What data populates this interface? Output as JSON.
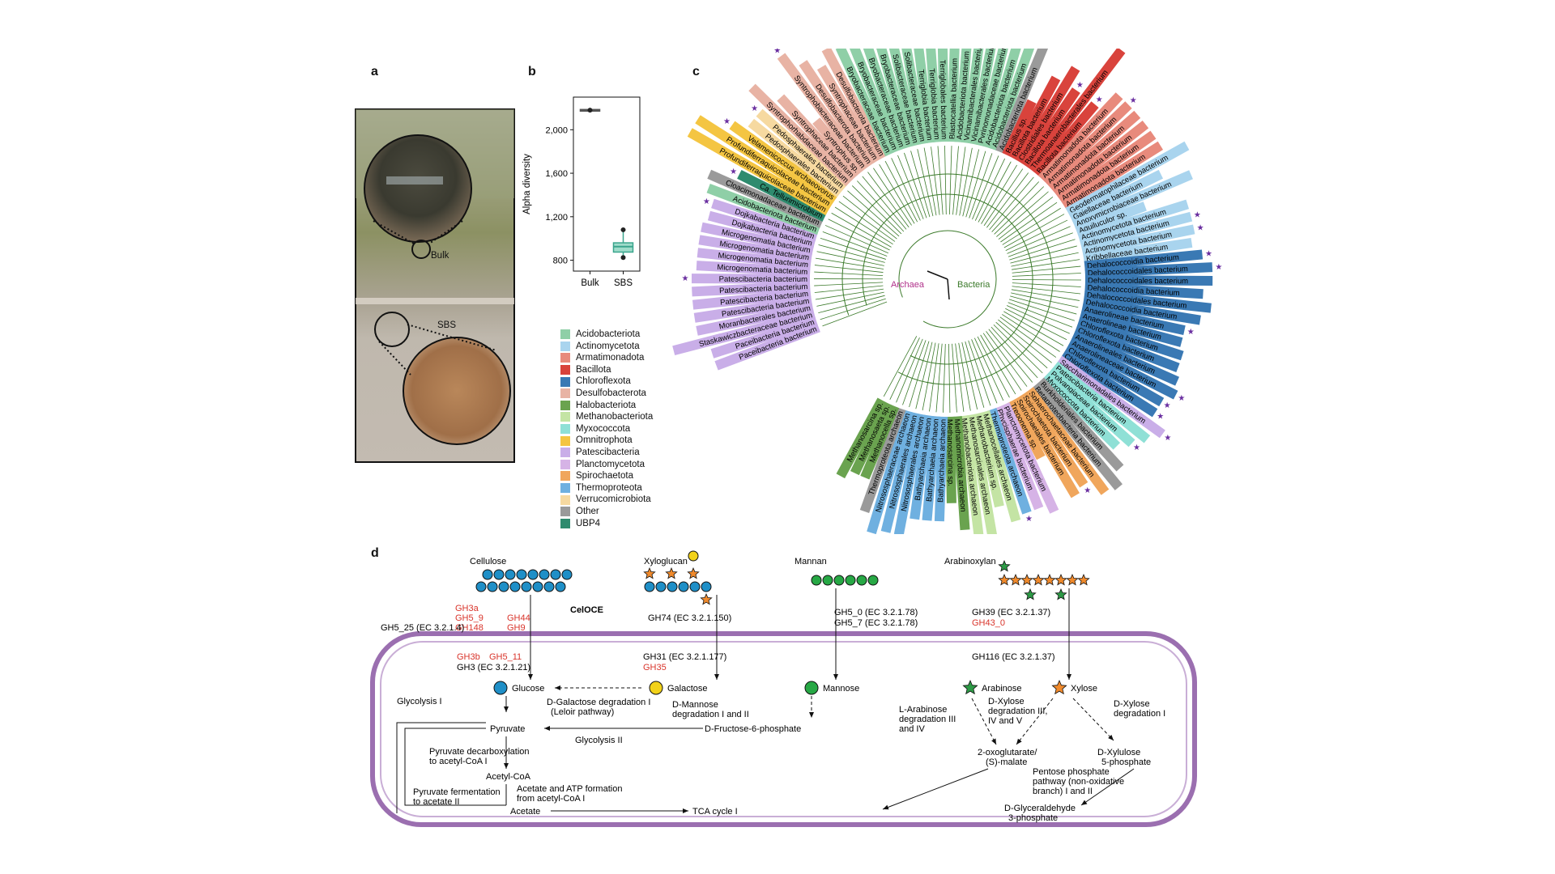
{
  "panels": {
    "a": "a",
    "b": "b",
    "c": "c",
    "d": "d"
  },
  "panel_a": {
    "bulk_label": "Bulk",
    "sbs_label": "SBS"
  },
  "chart_data": {
    "type": "box",
    "ylabel": "Alpha diversity",
    "categories": [
      "Bulk",
      "SBS"
    ],
    "yticks": [
      800,
      1200,
      1600,
      2000
    ],
    "ylim": [
      700,
      2300
    ],
    "series": [
      {
        "name": "Bulk",
        "min": 2185,
        "q1": 2175,
        "median": 2180,
        "q3": 2186,
        "max": 2190
      },
      {
        "name": "SBS",
        "min": 825,
        "q1": 875,
        "median": 925,
        "q3": 960,
        "max": 1080
      }
    ],
    "outliers": [
      {
        "category": "Bulk",
        "value": 2180
      },
      {
        "category": "SBS",
        "value": 1080
      },
      {
        "category": "SBS",
        "value": 825
      }
    ]
  },
  "legend": [
    {
      "label": "Acidobacteriota",
      "color": "#8fcfa7"
    },
    {
      "label": "Actinomycetota",
      "color": "#a9d4ee"
    },
    {
      "label": "Armatimonadota",
      "color": "#e88a7c"
    },
    {
      "label": "Bacillota",
      "color": "#d9433c"
    },
    {
      "label": "Chloroflexota",
      "color": "#3a79b4"
    },
    {
      "label": "Desulfobacterota",
      "color": "#e8b3a4"
    },
    {
      "label": "Halobacteriota",
      "color": "#6aa34f"
    },
    {
      "label": "Methanobacteriota",
      "color": "#c4e4a4"
    },
    {
      "label": "Myxococcota",
      "color": "#8fe0d6"
    },
    {
      "label": "Omnitrophota",
      "color": "#f4c542"
    },
    {
      "label": "Patescibacteria",
      "color": "#c9aee8"
    },
    {
      "label": "Planctomycetota",
      "color": "#d6b3e6"
    },
    {
      "label": "Spirochaetota",
      "color": "#f0a65c"
    },
    {
      "label": "Thermoproteota",
      "color": "#6fb0e0"
    },
    {
      "label": "Verrucomicrobiota",
      "color": "#f6d9a0"
    },
    {
      "label": "Other",
      "color": "#9a9a9a"
    },
    {
      "label": "UBP4",
      "color": "#2e8b6e"
    }
  ],
  "tree": {
    "archaea_label": "Archaea",
    "bacteria_label": "Bacteria",
    "leaves": [
      {
        "label": "Paceibacteria bacterium",
        "group": "Patescibacteria"
      },
      {
        "label": "Paceibacteria bacterium",
        "group": "Patescibacteria"
      },
      {
        "label": "Staskawiczbacteraceae bacterium",
        "group": "Patescibacteria"
      },
      {
        "label": "Moranbacterales bacterium",
        "group": "Patescibacteria"
      },
      {
        "label": "Patescibacteria bacterium",
        "group": "Patescibacteria"
      },
      {
        "label": "Patescibacteria bacterium",
        "group": "Patescibacteria"
      },
      {
        "label": "Patescibacteria bacterium",
        "group": "Patescibacteria"
      },
      {
        "label": "Patescibacteria bacterium",
        "group": "Patescibacteria",
        "star": true
      },
      {
        "label": "Microgenomatia bacterium",
        "group": "Patescibacteria"
      },
      {
        "label": "Microgenomatia bacterium",
        "group": "Patescibacteria"
      },
      {
        "label": "Microgenomatia bacterium",
        "group": "Patescibacteria"
      },
      {
        "label": "Microgenomatia bacterium",
        "group": "Patescibacteria"
      },
      {
        "label": "Dojkabacteria bacterium",
        "group": "Patescibacteria"
      },
      {
        "label": "Dojkabacteria bacterium",
        "group": "Patescibacteria",
        "star": true
      },
      {
        "label": "Acidobacteriota bacterium",
        "group": "Acidobacteriota"
      },
      {
        "label": "Cloacimonadaceae bacterium",
        "group": "Other"
      },
      {
        "label": "Ca. Tellurimicrobium",
        "group": "UBP4",
        "star": true
      },
      {
        "label": "Profundiferraquicolaceae bacterium",
        "group": "Omnitrophota"
      },
      {
        "label": "Profundiferraquicolaceae bacterium",
        "group": "Omnitrophota"
      },
      {
        "label": "Velamenicoccus archaeovorus",
        "group": "Omnitrophota",
        "star": true
      },
      {
        "label": "Pedosphaerales bacterium",
        "group": "Verrucomicrobiota"
      },
      {
        "label": "Pedosphaerales bacterium",
        "group": "Verrucomicrobiota",
        "star": true
      },
      {
        "label": "Syntrophorhabdaceae bacterium",
        "group": "Desulfobacterota"
      },
      {
        "label": "Syntrophaceae bacterium",
        "group": "Desulfobacterota"
      },
      {
        "label": "Syntrophus sp.",
        "group": "Desulfobacterota"
      },
      {
        "label": "Syntrophobacteraceae bacterium",
        "group": "Desulfobacterota",
        "star": true
      },
      {
        "label": "Desulfobacterota bacterium",
        "group": "Desulfobacterota"
      },
      {
        "label": "Syntrophaceae bacterium",
        "group": "Desulfobacterota"
      },
      {
        "label": "Desulfobacterota bacterium",
        "group": "Desulfobacterota"
      },
      {
        "label": "Bryobacteraceae bacterium",
        "group": "Acidobacteriota"
      },
      {
        "label": "Bryobacteraceae bacterium",
        "group": "Acidobacteriota"
      },
      {
        "label": "Bryobacteraceae bacterium",
        "group": "Acidobacteriota"
      },
      {
        "label": "Bryobacteraceae bacterium",
        "group": "Acidobacteriota"
      },
      {
        "label": "Solibacteraceae bacterium",
        "group": "Acidobacteriota"
      },
      {
        "label": "Solibacteraceae bacterium",
        "group": "Acidobacteriota"
      },
      {
        "label": "Terriglobia bacterium",
        "group": "Acidobacteriota"
      },
      {
        "label": "Terriglobia bacterium",
        "group": "Acidobacteriota"
      },
      {
        "label": "Terriglobales bacterium",
        "group": "Acidobacteriota"
      },
      {
        "label": "Blastocatellia bacterium",
        "group": "Acidobacteriota"
      },
      {
        "label": "Acidobacteriota bacterium",
        "group": "Acidobacteriota"
      },
      {
        "label": "Vicinamibacterales bacterium",
        "group": "Acidobacteriota"
      },
      {
        "label": "Vicinamibacterales bacterium",
        "group": "Acidobacteriota"
      },
      {
        "label": "Pyrinomonadaceae bacterium",
        "group": "Acidobacteriota"
      },
      {
        "label": "Acidobacteriota bacterium",
        "group": "Acidobacteriota"
      },
      {
        "label": "Acidobacteriota bacterium",
        "group": "Acidobacteriota"
      },
      {
        "label": "Acidobacteriota bacterium",
        "group": "Other",
        "star": true
      },
      {
        "label": "Bacillus sp.",
        "group": "Bacillota"
      },
      {
        "label": "Bacillota bacterium",
        "group": "Bacillota"
      },
      {
        "label": "Clostridiales bacterium",
        "group": "Bacillota"
      },
      {
        "label": "Bacillota bacterium",
        "group": "Bacillota",
        "star": true
      },
      {
        "label": "Thermoanaerobacterales bacterium",
        "group": "Bacillota"
      },
      {
        "label": "Bacillota bacterium",
        "group": "Bacillota",
        "star": true
      },
      {
        "label": "Armatimonadota bacterium",
        "group": "Armatimonadota"
      },
      {
        "label": "Armatimonadota bacterium",
        "group": "Armatimonadota",
        "star": true
      },
      {
        "label": "Armatimonadota bacterium",
        "group": "Armatimonadota"
      },
      {
        "label": "Armatimonadota bacterium",
        "group": "Armatimonadota"
      },
      {
        "label": "Armatimonadota bacterium",
        "group": "Armatimonadota"
      },
      {
        "label": "Armatimonadota bacterium",
        "group": "Armatimonadota"
      },
      {
        "label": "Geodermatophilaceae bacterium",
        "group": "Actinomycetota"
      },
      {
        "label": "Gaiellaceae bacterium",
        "group": "Actinomycetota"
      },
      {
        "label": "Anoxymicrobiaceae bacterium",
        "group": "Actinomycetota"
      },
      {
        "label": "Aquiluculor sp.",
        "group": "Actinomycetota"
      },
      {
        "label": "Actinomycetota bacterium",
        "group": "Actinomycetota"
      },
      {
        "label": "Actinomycetota bacterium",
        "group": "Actinomycetota",
        "star": true
      },
      {
        "label": "Actinomycetota bacterium",
        "group": "Actinomycetota",
        "star": true
      },
      {
        "label": "Kribbellaceae bacterium",
        "group": "Actinomycetota"
      },
      {
        "label": "Dehalococcoidia bacterium",
        "group": "Chloroflexota",
        "star": true
      },
      {
        "label": "Dehalococcoidales bacterium",
        "group": "Chloroflexota",
        "star": true
      },
      {
        "label": "Dehalococcoidales bacterium",
        "group": "Chloroflexota"
      },
      {
        "label": "Dehalococcoidia bacterium",
        "group": "Chloroflexota"
      },
      {
        "label": "Dehalococcoidales bacterium",
        "group": "Chloroflexota"
      },
      {
        "label": "Dehalococcoidia bacterium",
        "group": "Chloroflexota"
      },
      {
        "label": "Anaerolineae bacterium",
        "group": "Chloroflexota",
        "star": true
      },
      {
        "label": "Anaerolineae bacterium",
        "group": "Chloroflexota"
      },
      {
        "label": "Chloroflexota bacterium",
        "group": "Chloroflexota"
      },
      {
        "label": "Chloroflexota bacterium",
        "group": "Chloroflexota"
      },
      {
        "label": "Anaerolineales bacterium",
        "group": "Chloroflexota"
      },
      {
        "label": "Anaerolineaceae bacterium",
        "group": "Chloroflexota",
        "star": true
      },
      {
        "label": "Chloroflexota bacterium",
        "group": "Chloroflexota",
        "star": true
      },
      {
        "label": "Chloroflexota bacterium",
        "group": "Chloroflexota",
        "star": true
      },
      {
        "label": "Saccharimonadales bacterium",
        "group": "Patescibacteria",
        "star": true
      },
      {
        "label": "Patescibacteria bacterium",
        "group": "Myxococcota"
      },
      {
        "label": "Polyangiaceae bacterium",
        "group": "Myxococcota",
        "star": true
      },
      {
        "label": "Myxococcota bacterium",
        "group": "Myxococcota"
      },
      {
        "label": "Burkholderiales bacterium",
        "group": "Other"
      },
      {
        "label": "Betaproteobacteria bacterium",
        "group": "Other"
      },
      {
        "label": "Sphaerochaetaceae bacterium",
        "group": "Spirochaetota"
      },
      {
        "label": "Spirochaetota bacterium",
        "group": "Spirochaetota",
        "star": true
      },
      {
        "label": "Spirochaetales bacterium",
        "group": "Spirochaetota"
      },
      {
        "label": "Treponema sp.",
        "group": "Spirochaetota"
      },
      {
        "label": "Planctomycetota bacterium",
        "group": "Planctomycetota"
      },
      {
        "label": "Phycisphaerae bacterium",
        "group": "Planctomycetota"
      },
      {
        "label": "Thermoproteota archaeon",
        "group": "Thermoproteota",
        "star": true
      },
      {
        "label": "Methanocellales archaeon",
        "group": "Methanobacteriota"
      },
      {
        "label": "Methanobacterium sp.",
        "group": "Methanobacteriota"
      },
      {
        "label": "Methanosarcinales archaeon",
        "group": "Methanobacteriota"
      },
      {
        "label": "Methanobacteriota archaeon",
        "group": "Methanobacteriota"
      },
      {
        "label": "Methanomicrobia archaeon",
        "group": "Halobacteriota"
      },
      {
        "label": "Methanosarcina sp.",
        "group": "Halobacteriota"
      },
      {
        "label": "Bathyarchaeia archaeon",
        "group": "Thermoproteota"
      },
      {
        "label": "Bathyarchaeia archaeon",
        "group": "Thermoproteota"
      },
      {
        "label": "Bathyarchaeia archaeon",
        "group": "Thermoproteota"
      },
      {
        "label": "Nitrososphaerales archaeon",
        "group": "Thermoproteota"
      },
      {
        "label": "Nitrososphaerales archaeon",
        "group": "Thermoproteota"
      },
      {
        "label": "Nitrososphaeraceae archaeon",
        "group": "Thermoproteota"
      },
      {
        "label": "Thermoproteota archaeon",
        "group": "Other"
      },
      {
        "label": "Methanocella sp.",
        "group": "Halobacteriota"
      },
      {
        "label": "Methanosaeta sp.",
        "group": "Halobacteriota"
      },
      {
        "label": "Methanosarcina sp.",
        "group": "Halobacteriota"
      }
    ]
  },
  "pathway": {
    "substrates": {
      "cellulose": "Cellulose",
      "xyloglucan": "Xyloglucan",
      "mannan": "Mannan",
      "arabinoxylan": "Arabinoxylan"
    },
    "enzymes": {
      "gh3a": "GH3a",
      "gh5_9": "GH5_9",
      "gh148": "GH148",
      "gh44": "GH44",
      "gh9": "GH9",
      "celoce": "CelOCE",
      "gh5_25": "GH5_25 (EC 3.2.1.4)",
      "gh74": "GH74 (EC 3.2.1.150)",
      "gh5_0": "GH5_0 (EC 3.2.1.78)",
      "gh5_7": "GH5_7 (EC 3.2.1.78)",
      "gh39": "GH39 (EC 3.2.1.37)",
      "gh43_0": "GH43_0",
      "gh3b": "GH3b",
      "gh5_11": "GH5_11",
      "gh3": "GH3 (EC 3.2.1.21)",
      "gh31": "GH31 (EC 3.2.1.177)",
      "gh35": "GH35",
      "gh116": "GH116 (EC 3.2.1.37)"
    },
    "metabolites": {
      "glucose": "Glucose",
      "galactose": "Galactose",
      "mannose": "Mannose",
      "arabinose": "Arabinose",
      "xylose": "Xylose",
      "pyruvate": "Pyruvate",
      "acetyl_coa": "Acetyl-CoA",
      "acetate": "Acetate",
      "tca": "TCA cycle I",
      "fructose6p": "D-Fructose-6-phosphate",
      "oxoglutarate_1": "2-oxoglutarate/",
      "oxoglutarate_2": "(S)-malate",
      "xylulose_1": "D-Xylulose",
      "xylulose_2": "5-phosphate",
      "g3p_1": "D-Glyceraldehyde",
      "g3p_2": "3-phosphate"
    },
    "processes": {
      "glycolysis1": "Glycolysis I",
      "galactose_deg_1": "D-Galactose degradation I",
      "galactose_deg_2": "(Leloir pathway)",
      "mannose_deg_1": "D-Mannose",
      "mannose_deg_2": "degradation I and II",
      "glycolysis2": "Glycolysis II",
      "pyr_decarb_1": "Pyruvate decarboxylation",
      "pyr_decarb_2": "to acetyl-CoA I",
      "acetate_atp_1": "Acetate and ATP formation",
      "acetate_atp_2": "from acetyl-CoA I",
      "pyr_ferm_1": "Pyruvate fermentation",
      "pyr_ferm_2": "to acetate II",
      "arabinose_deg_1": "L-Arabinose",
      "arabinose_deg_2": "degradation III",
      "arabinose_deg_3": "and IV",
      "xylose_deg_a1": "D-Xylose",
      "xylose_deg_a2": "degradation III,",
      "xylose_deg_a3": "IV and V",
      "xylose_deg_b1": "D-Xylose",
      "xylose_deg_b2": "degradation I",
      "ppp_1": "Pentose phosphate",
      "ppp_2": "pathway (non-oxidative",
      "ppp_3": "branch) I and II"
    },
    "colors": {
      "glucose": "#1f8fc7",
      "galactose": "#f2d21a",
      "mannose": "#27a845",
      "arabinose": "#2d9a46",
      "xylose": "#f08a2c",
      "enzyme_red": "#d9342b",
      "membrane": "#9b6fb0"
    }
  }
}
